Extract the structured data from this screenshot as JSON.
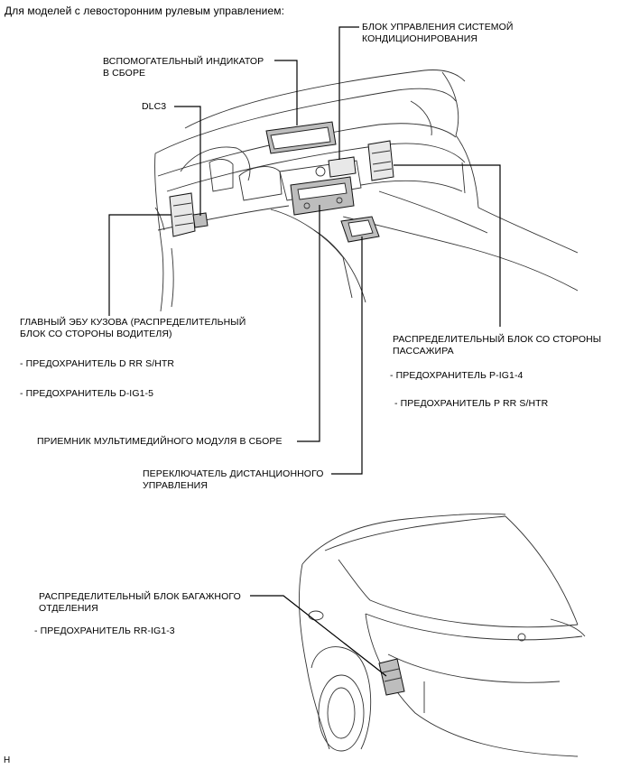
{
  "header": "Для моделей с левосторонним рулевым управлением:",
  "labels": {
    "ac_control": [
      "БЛОК УПРАВЛЕНИЯ СИСТЕМОЙ",
      "КОНДИЦИОНИРОВАНИЯ"
    ],
    "aux_indicator": [
      "ВСПОМОГАТЕЛЬНЫЙ ИНДИКАТОР",
      "В СБОРЕ"
    ],
    "dlc3": "DLC3",
    "main_body_ecu": [
      "ГЛАВНЫЙ ЭБУ КУЗОВА (РАСПРЕДЕЛИТЕЛЬНЫЙ",
      "БЛОК СО СТОРОНЫ ВОДИТЕЛЯ)"
    ],
    "main_body_ecu_fuse1": "- ПРЕДОХРАНИТЕЛЬ D RR S/HTR",
    "main_body_ecu_fuse2": "- ПРЕДОХРАНИТЕЛЬ D-IG1-5",
    "passenger_jb": [
      "РАСПРЕДЕЛИТЕЛЬНЫЙ БЛОК СО СТОРОНЫ",
      "ПАССАЖИРА"
    ],
    "passenger_fuse1": "- ПРЕДОХРАНИТЕЛЬ P-IG1-4",
    "passenger_fuse2": "- ПРЕДОХРАНИТЕЛЬ P RR S/HTR",
    "multimedia_receiver": "ПРИЕМНИК МУЛЬТИМЕДИЙНОГО МОДУЛЯ В СБОРЕ",
    "remote_switch": [
      "ПЕРЕКЛЮЧАТЕЛЬ ДИСТАНЦИОННОГО",
      "УПРАВЛЕНИЯ"
    ],
    "luggage_jb": [
      "РАСПРЕДЕЛИТЕЛЬНЫЙ БЛОК БАГАЖНОГО",
      "ОТДЕЛЕНИЯ"
    ],
    "luggage_fuse": "- ПРЕДОХРАНИТЕЛЬ RR-IG1-3"
  },
  "figure_code": "H"
}
